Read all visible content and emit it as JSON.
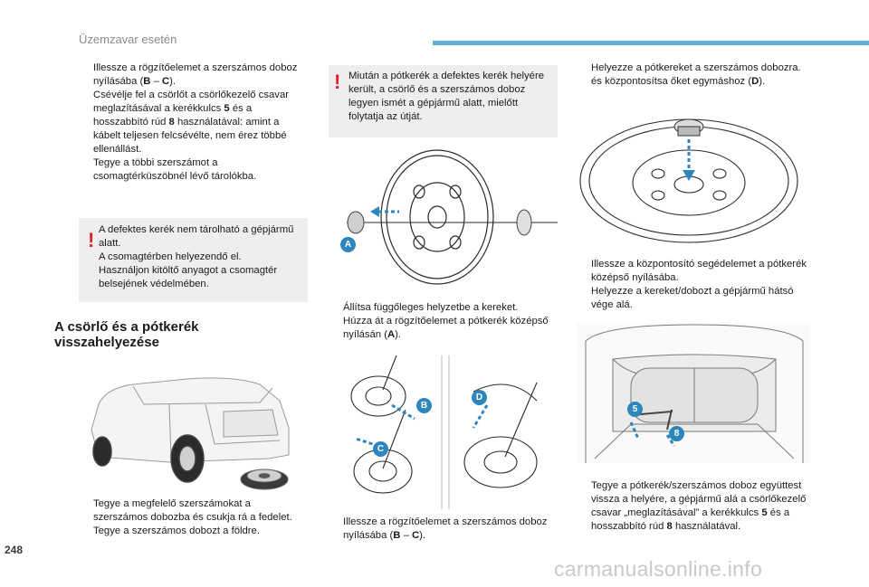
{
  "header": {
    "title": "Üzemzavar esetén",
    "accent": "#5fb1d7"
  },
  "page_number": "248",
  "watermark": "carmanualsonline.info",
  "col1": {
    "bullets": [
      {
        "html": "Illessze a rögzítőelemet a szerszámos doboz nyílásába (<b>B</b> – <b>C</b>)."
      },
      {
        "html": "Csévélje fel a csörlőt a csörlőkezelő csavar meglazításával a kerékkulcs <b>5</b> és a hosszabbító rúd <b>8</b> használatával: amint a kábelt teljesen felcsévélte, nem érez többé ellenállást."
      },
      {
        "html": "Tegye a többi szerszámot a csomagtérküszöbnél lévő tárolókba."
      }
    ],
    "warning": "A defektes kerék nem tárolható a gépjármű alatt.\nA csomagtérben helyezendő el.\nHasználjon kitöltő anyagot a csomagtér belsejének védelmében.",
    "section_title": "A csörlő és a pótkerék visszahelyezése",
    "bullets2": [
      {
        "html": "Tegye a megfelelő szerszámokat a szerszámos dobozba és csukja rá a fedelet."
      },
      {
        "html": "Tegye a szerszámos dobozt a földre."
      }
    ]
  },
  "col2": {
    "warning": "Miután a pótkerék a defektes kerék helyére került, a csörlő és a szerszámos doboz legyen ismét a gépjármű alatt, mielőtt folytatja az útját.",
    "bullets": [
      {
        "html": "Állítsa függőleges helyzetbe a kereket."
      },
      {
        "html": "Húzza át a rögzítőelemet a pótkerék középső nyílásán (<b>A</b>)."
      }
    ],
    "bullets2": [
      {
        "html": "Illessze a rögzítőelemet a szerszámos doboz nyílásába (<b>B</b> – <b>C</b>)."
      }
    ],
    "labels": {
      "a": "A",
      "b": "B",
      "c": "C",
      "d": "D"
    }
  },
  "col3": {
    "bullets": [
      {
        "html": "Helyezze a pótkereket a szerszámos dobozra. és központosítsa őket egymáshoz (<b>D</b>)."
      }
    ],
    "bullets2": [
      {
        "html": "Illessze a központosító segédelemet a pótkerék középső nyílásába."
      },
      {
        "html": "Helyezze a kereket/dobozt a gépjármű hátsó vége alá."
      }
    ],
    "bullets3": [
      {
        "html": "Tegye a pótkerék/szerszámos doboz együttest vissza a helyére, a gépjármű alá a csörlőkezelő csavar „meglazításával” a kerékkulcs <b>5</b> és a hosszabbító rúd <b>8</b> használatával."
      }
    ],
    "labels": {
      "five": "5",
      "eight": "8"
    }
  },
  "bullet_marker": "",
  "warning_mark": "!"
}
